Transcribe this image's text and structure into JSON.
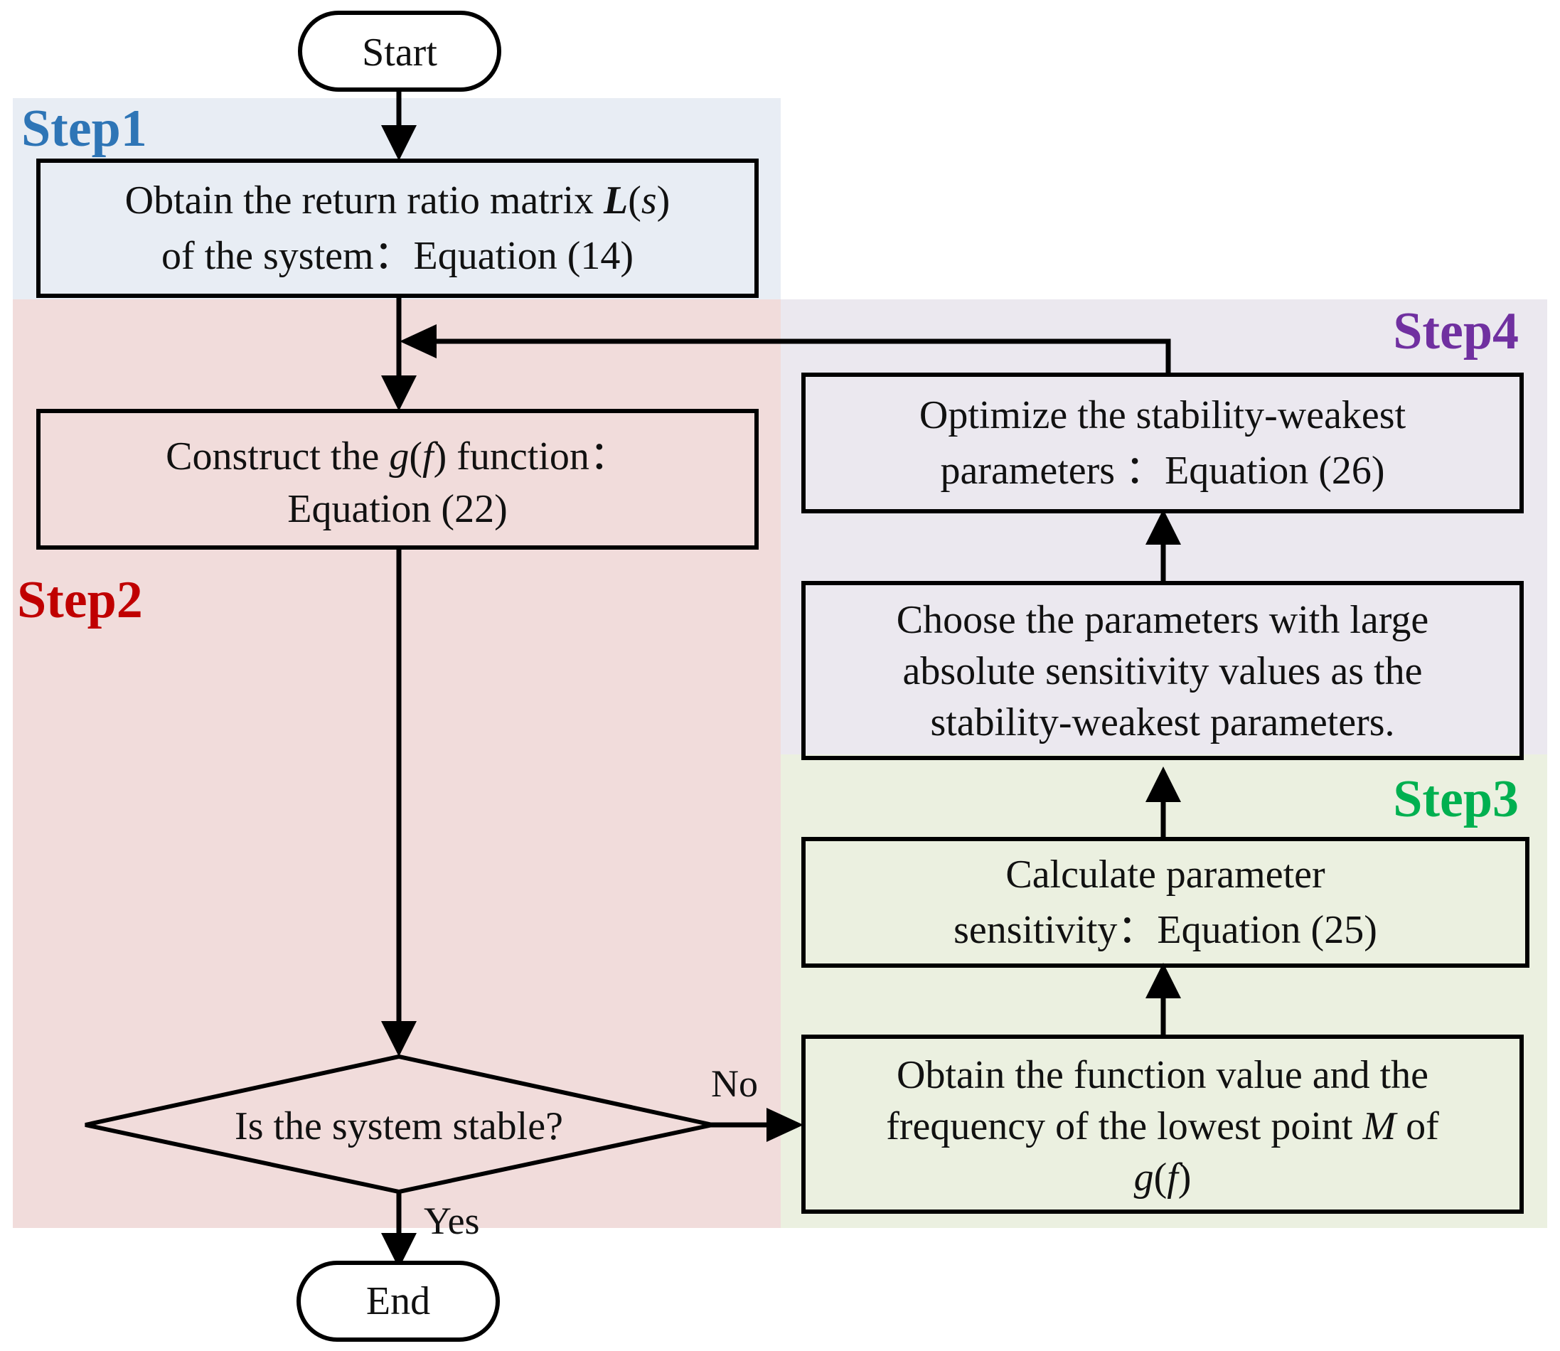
{
  "colors": {
    "step1_bg": "#e8edf4",
    "step2_bg": "#f1dcdb",
    "step3_bg": "#ebf0e0",
    "step4_bg": "#ebe8ef",
    "step1_label": "#2e75b6",
    "step2_label": "#c00000",
    "step3_label": "#00b050",
    "step4_label": "#7030a0"
  },
  "steps": {
    "step1": "Step1",
    "step2": "Step2",
    "step3": "Step3",
    "step4": "Step4"
  },
  "nodes": {
    "start": "Start",
    "end": "End",
    "obtain_return_ratio": {
      "line1": "Obtain the return ratio matrix ",
      "line1_var": "L",
      "line1_arg": "s",
      "line2": "of the system：Equation (14)"
    },
    "construct_g": {
      "line1_pre": "Construct the ",
      "line1_func": "g",
      "line1_arg": "f",
      "line1_post": " function：",
      "line2": "Equation (22)"
    },
    "decision": "Is the system stable?",
    "obtain_function_value": {
      "line1": "Obtain the function value and the",
      "line2_pre": "frequency of the lowest point ",
      "line2_var": "M",
      "line2_post": " of",
      "line3_func": "g",
      "line3_arg": "f"
    },
    "calculate_sensitivity": {
      "line1": "Calculate parameter",
      "line2": "sensitivity：Equation (25)"
    },
    "choose_parameters": {
      "line1": "Choose the parameters with large",
      "line2": "absolute sensitivity values as the",
      "line3": "stability-weakest parameters."
    },
    "optimize": {
      "line1": "Optimize the stability-weakest",
      "line2": "parameters ：Equation (26)"
    }
  },
  "edge_labels": {
    "no": "No",
    "yes": "Yes"
  }
}
